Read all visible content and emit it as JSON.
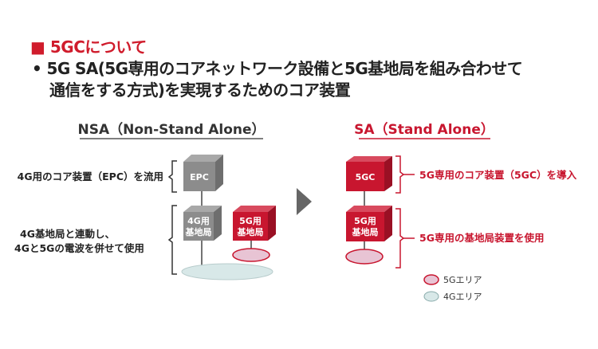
{
  "heading": "■ 5GCについて",
  "bullet": {
    "line1": "• 5G SA(5G専用のコアネットワーク設備と5G基地局を組み合わせて",
    "line2": "通信をする方式)を実現するためのコア装置"
  },
  "nsa": {
    "title": "NSA（Non-Stand Alone）",
    "core_box": "EPC",
    "core_label": "4G用のコア装置（EPC）を流用",
    "bs4g_box": [
      "4G用",
      "基地局"
    ],
    "bs5g_box": [
      "5G用",
      "基地局"
    ],
    "bs_label": [
      "4G基地局と連動し、",
      "4Gと5Gの電波を併せて使用"
    ]
  },
  "sa": {
    "title": "SA（Stand Alone）",
    "core_box": "5GC",
    "core_label": "5G専用のコア装置（5GC）を導入",
    "bs_box": [
      "5G用",
      "基地局"
    ],
    "bs_label": "5G専用の基地局装置を使用"
  },
  "legend": {
    "items": [
      {
        "label": "5Gエリア"
      },
      {
        "label": "4Gエリア"
      }
    ]
  },
  "colors": {
    "accent_red": "#c8162f",
    "box_gray": "#8c8c8c",
    "area_5g": "#e8c4d4",
    "area_4g": "#d8e8e8"
  }
}
